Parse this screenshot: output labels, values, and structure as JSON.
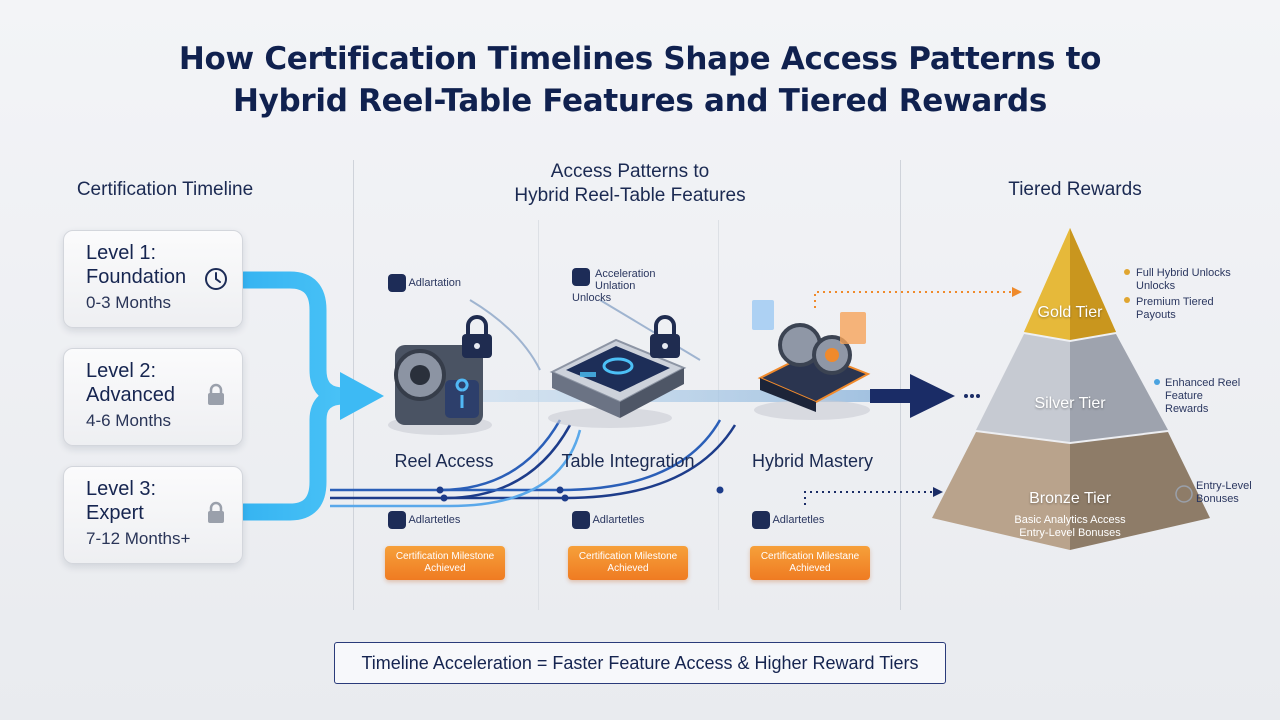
{
  "title": {
    "line1": "How Certification Timelines Shape Access Patterns to",
    "line2": "Hybrid Reel-Table Features and Tiered Rewards"
  },
  "columns": {
    "timeline": "Certification Timeline",
    "access_line1": "Access Patterns to",
    "access_line2": "Hybrid Reel-Table Features",
    "rewards": "Tiered Rewards"
  },
  "levels": [
    {
      "line1": "Level 1:",
      "line2": "Foundation",
      "duration": "0-3 Months",
      "icon": "clock-icon"
    },
    {
      "line1": "Level 2:",
      "line2": "Advanced",
      "duration": "4-6 Months",
      "icon": "lock-icon"
    },
    {
      "line1": "Level 3:",
      "line2": "Expert",
      "duration": "7-12 Months+",
      "icon": "lock-icon"
    }
  ],
  "features": [
    {
      "label": "Reel Access",
      "top_tag": "Adlartation",
      "bottom_tag": "Adlartetles",
      "milestone_line1": "Certification Milestone",
      "milestone_line2": "Achieved"
    },
    {
      "label": "Table Integration",
      "top_tag_line1": "Acceleration Unlation",
      "top_tag_line2": "Unlocks",
      "bottom_tag": "Adlartetles",
      "milestone_line1": "Certification Milestone",
      "milestone_line2": "Achieved"
    },
    {
      "label": "Hybrid Mastery",
      "bottom_tag": "Adlartetles",
      "milestone_line1": "Certification Milestane",
      "milestone_line2": "Achieved"
    }
  ],
  "tiers": {
    "gold": {
      "label": "Gold Tier",
      "note1_line1": "Full Hybrid Unlocks",
      "note1_line2": "Unlocks",
      "note2_line1": "Premium Tiered",
      "note2_line2": "Payouts"
    },
    "silver": {
      "label": "Silver Tier",
      "note_line1": "Enhanced Reel",
      "note_line2": "Feature",
      "note_line3": "Rewards"
    },
    "bronze": {
      "label": "Bronze Tier",
      "sub_line1": "Basic Analytics Access",
      "sub_line2": "Entry-Level Bonuses",
      "note_line1": "Entry-Level",
      "note_line2": "Bonuses"
    }
  },
  "summary": "Timeline Acceleration = Faster Feature Access & Higher Reward Tiers",
  "colors": {
    "navy": "#10214f",
    "blue": "#3aaeef",
    "orange": "#ef7b22",
    "gold": "#e6b93a",
    "silver": "#b9bdc6",
    "bronze": "#b79a7a"
  }
}
